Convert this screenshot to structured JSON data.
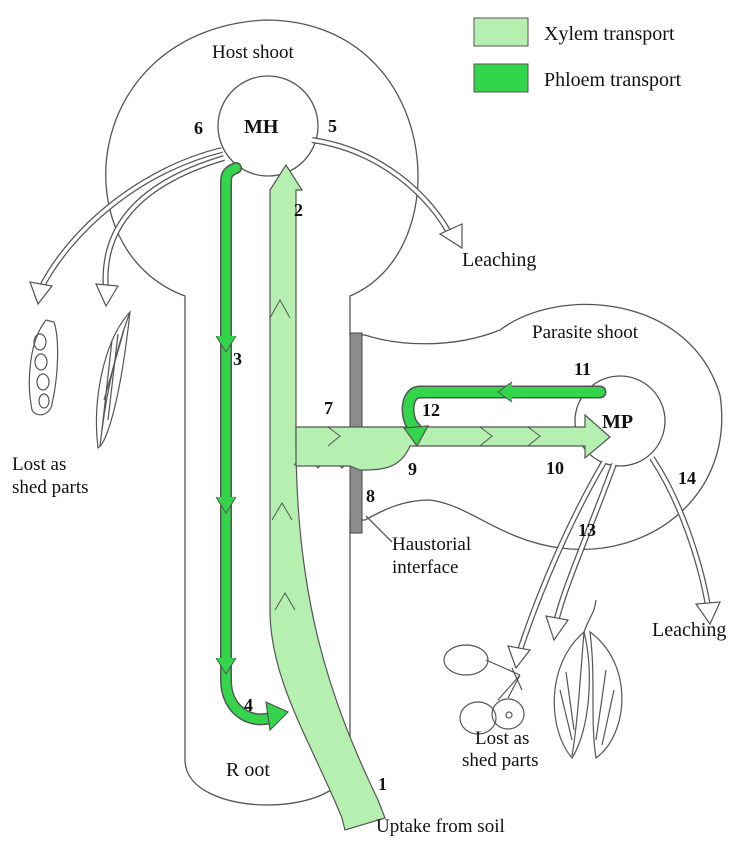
{
  "colors": {
    "xylem": "#b6f0b0",
    "phloem": "#33d64a",
    "outline": "#555555",
    "haustorium": "#8c8c8c",
    "hollow_arrow": "#ffffff"
  },
  "legend": {
    "xylem": "Xylem transport",
    "phloem": "Phloem transport"
  },
  "labels": {
    "host_shoot": "Host shoot",
    "parasite_shoot": "Parasite shoot",
    "mh": "MH",
    "mp": "MP",
    "root": "R oot",
    "leaching_host": "Leaching",
    "leaching_parasite": "Leaching",
    "lost_host_1": "Lost as",
    "lost_host_2": "shed parts",
    "lost_parasite_1": "Lost as",
    "lost_parasite_2": "shed parts",
    "haustorial_1": "Haustorial",
    "haustorial_2": "interface",
    "uptake": "Uptake from soil"
  },
  "flows": [
    "1",
    "2",
    "3",
    "4",
    "5",
    "6",
    "7",
    "8",
    "9",
    "10",
    "11",
    "12",
    "13",
    "14"
  ]
}
